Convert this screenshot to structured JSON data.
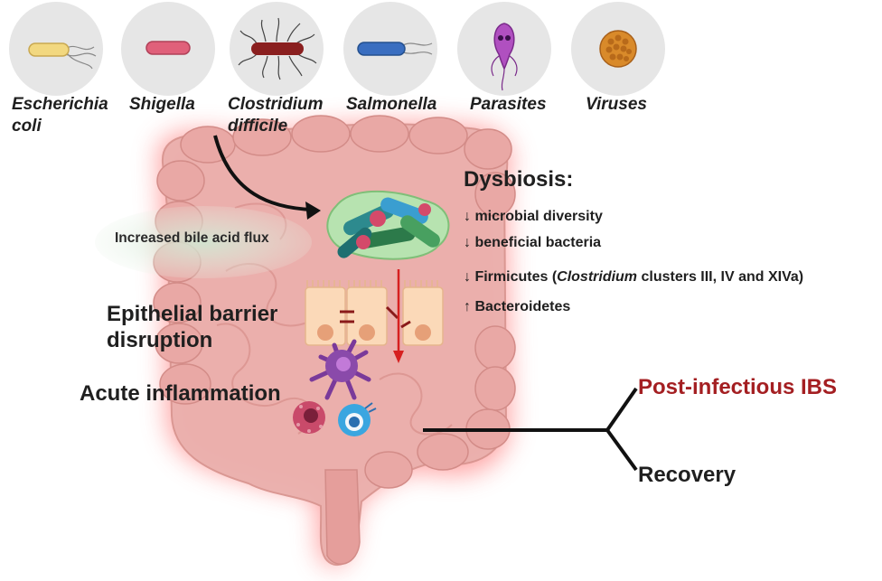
{
  "pathogens": [
    {
      "name_line1": "Escherichia",
      "name_line2": "coli",
      "icon": "e-coli-icon",
      "color": "#f0d070"
    },
    {
      "name_line1": "Shigella",
      "name_line2": "",
      "icon": "shigella-icon",
      "color": "#e0607a"
    },
    {
      "name_line1": "Clostridium",
      "name_line2": "difficile",
      "icon": "clostridium-icon",
      "color": "#8a1f1f"
    },
    {
      "name_line1": "Salmonella",
      "name_line2": "",
      "icon": "salmonella-icon",
      "color": "#3a6ec0"
    },
    {
      "name_line1": "Parasites",
      "name_line2": "",
      "icon": "parasite-icon",
      "color": "#b050c0"
    },
    {
      "name_line1": "Viruses",
      "name_line2": "",
      "icon": "virus-icon",
      "color": "#d98a2a"
    }
  ],
  "bile_label": "Increased bile acid flux",
  "dysbiosis": {
    "title": "Dysbiosis:",
    "items": [
      {
        "arrow": "↓",
        "text": "microbial diversity"
      },
      {
        "arrow": "↓",
        "text": "beneficial bacteria"
      },
      {
        "arrow": "↓",
        "text_before": "Firmicutes (",
        "italic": "Clostridium",
        "text_after": " clusters III, IV and XIVa)"
      },
      {
        "arrow": "↑",
        "text": "Bacteroidetes"
      }
    ]
  },
  "epithelial": {
    "line1": "Epithelial barrier",
    "line2": "disruption"
  },
  "inflammation": "Acute inflammation",
  "outcomes": {
    "ibs": "Post-infectious IBS",
    "recovery": "Recovery"
  },
  "colors": {
    "ibs_red": "#a41f22",
    "gut_pink": "#e8a5a5",
    "glow": "#ff6b6b",
    "arrow_red": "#d62020"
  }
}
